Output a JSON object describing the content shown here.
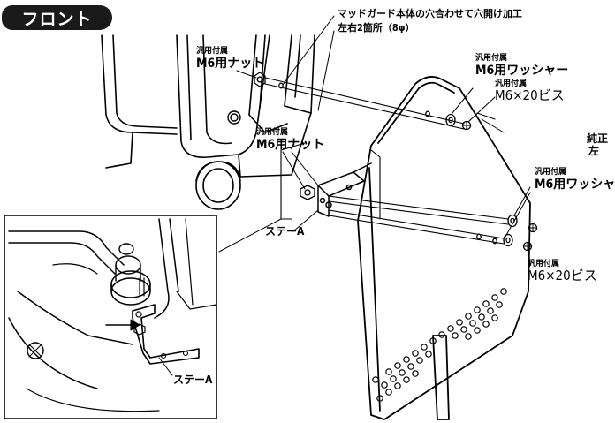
{
  "header": {
    "badge_label": "フロント"
  },
  "callouts": {
    "drill_note": {
      "line1": "マッドガード本体の穴合わせて穴開け加工",
      "line2": "左右2箇所（8φ）"
    },
    "upper_nut": {
      "prefix": "汎用付属",
      "name": "M6用ナット"
    },
    "upper_washer": {
      "prefix": "汎用付属",
      "name": "M6用ワッシャー"
    },
    "upper_screw": {
      "prefix": "汎用付属",
      "name": "M6×20ビス"
    },
    "lower_nut": {
      "prefix": "汎用付属",
      "name": "M6用ナット"
    },
    "lower_washer": {
      "prefix": "汎用付属",
      "name": "M6用ワッシャ"
    },
    "lower_screw": {
      "prefix": "汎用付属",
      "name": "M6×20ビス"
    },
    "stay_main": "ステーA",
    "stay_inset": "ステーA",
    "cut_text_1": "純正",
    "cut_text_2": "左"
  }
}
